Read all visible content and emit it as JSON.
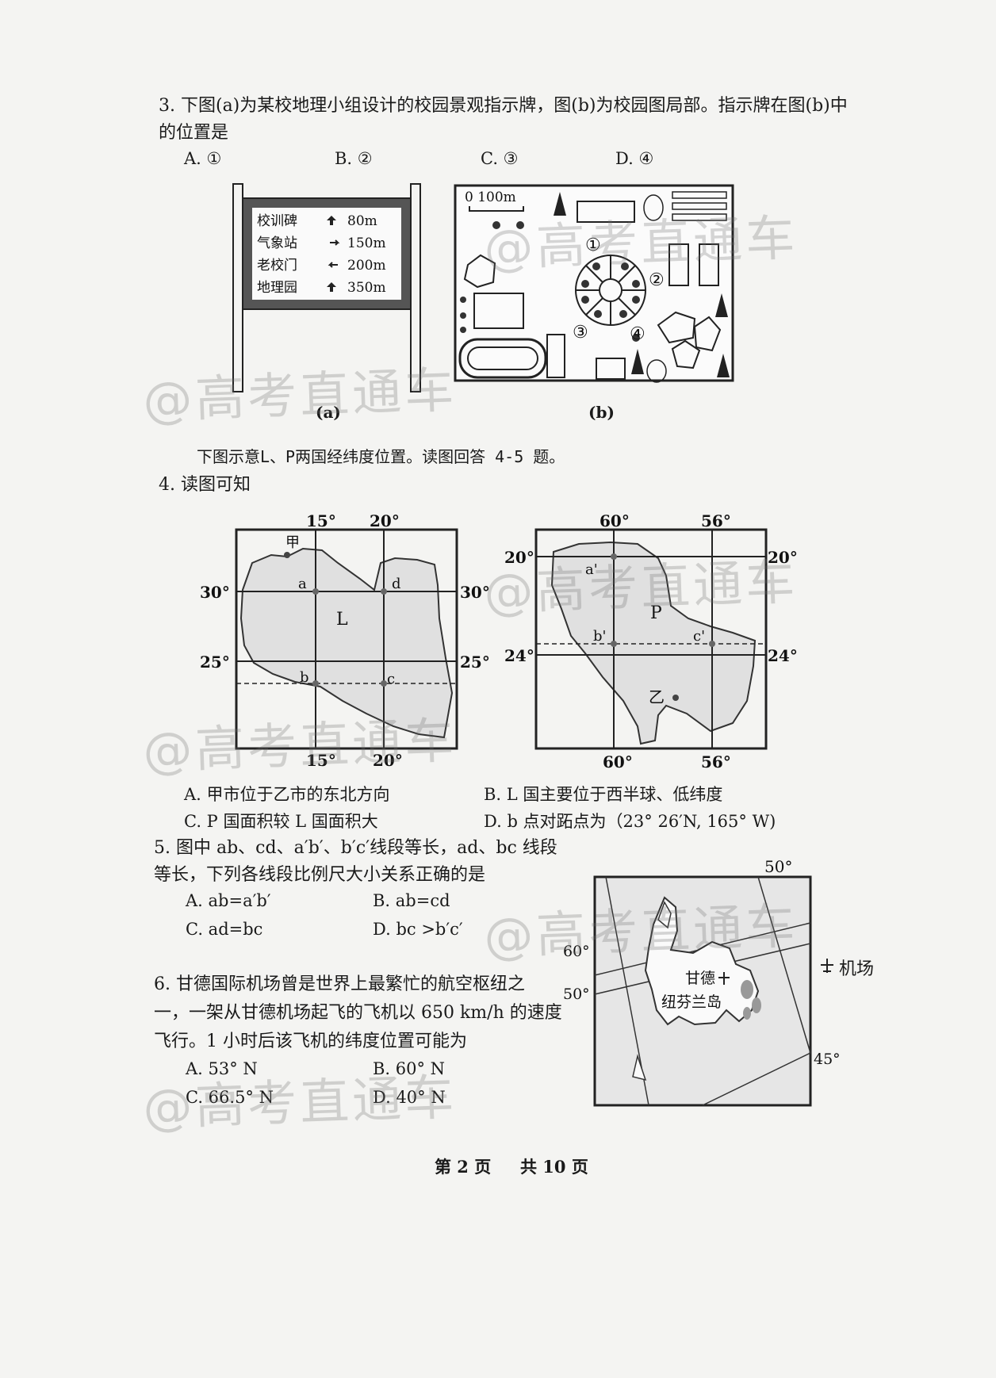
{
  "q3": {
    "stem_line1": "3. 下图(a)为某校地理小组设计的校园景观指示牌，图(b)为校园图局部。指示牌在图(b)中",
    "stem_line2": "的位置是",
    "options": [
      "A. ①",
      "B. ②",
      "C. ③",
      "D. ④"
    ],
    "sign_rows": [
      {
        "label": "校训碑",
        "dist": "80m"
      },
      {
        "label": "气象站",
        "dist": "150m"
      },
      {
        "label": "老校门",
        "dist": "200m"
      },
      {
        "label": "地理园",
        "dist": "350m"
      }
    ],
    "scale_text": "0    100m",
    "markers": [
      "①",
      "②",
      "③",
      "④"
    ],
    "caption_a": "(a)",
    "caption_b": "(b)"
  },
  "intro_4_5": "下图示意L、P两国经纬度位置。读图回答 4-5 题。",
  "q4": {
    "stem": "4. 读图可知",
    "map_l": {
      "lon_top": [
        "15°",
        "20°"
      ],
      "lon_bottom": [
        "15°",
        "20°"
      ],
      "lat": [
        "30°",
        "25°"
      ],
      "country": "L",
      "city": "甲",
      "points": [
        "a",
        "d",
        "b",
        "c"
      ]
    },
    "map_p": {
      "lon_top": [
        "60°",
        "56°"
      ],
      "lon_bottom": [
        "60°",
        "56°"
      ],
      "lat": [
        "20°",
        "24°"
      ],
      "country": "P",
      "city": "乙",
      "points": [
        "a'",
        "b'",
        "c'"
      ]
    },
    "options": [
      "A. 甲市位于乙市的东北方向",
      "B. L 国主要位于西半球、低纬度",
      "C. P 国面积较 L 国面积大",
      "D. b 点对跖点为（23° 26′N, 165° W)"
    ]
  },
  "q5": {
    "stem_line1": "5. 图中 ab、cd、a′b′、b′c′线段等长，ad、bc 线段",
    "stem_line2": "等长，下列各线段比例尺大小关系正确的是",
    "options": [
      "A. ab=a′b′",
      "B. ab=cd",
      "C. ad=bc",
      "D. bc >b′c′"
    ]
  },
  "q6": {
    "stem_line1": "6. 甘德国际机场曾是世界上最繁忙的航空枢纽之",
    "stem_line2": "一，一架从甘德机场起飞的飞机以 650 km/h 的速度",
    "stem_line3": "飞行。1 小时后该飞机的纬度位置可能为",
    "options": [
      "A. 53° N",
      "B. 60° N",
      "C. 66.5° N",
      "D. 40° N"
    ],
    "map": {
      "lon_top": "50°",
      "lat_left_top": "60°",
      "lat_left_mid": "50°",
      "lon_right": "45°",
      "city": "甘德",
      "island": "纽芬兰岛"
    },
    "legend": "机场"
  },
  "footer": {
    "page": "第 2 页",
    "total": "共 10 页"
  },
  "watermark": "@高考直通车"
}
